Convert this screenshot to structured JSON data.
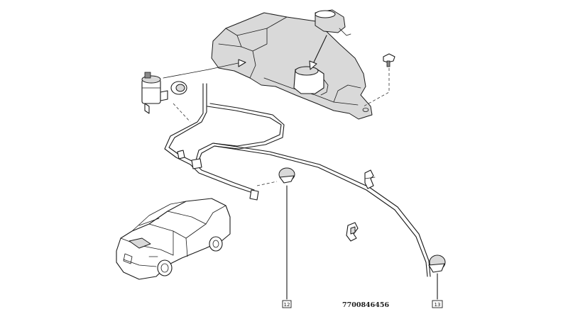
{
  "callouts": [
    {
      "label": "12"
    },
    {
      "label": "13"
    }
  ],
  "reference_number": "7700846456"
}
